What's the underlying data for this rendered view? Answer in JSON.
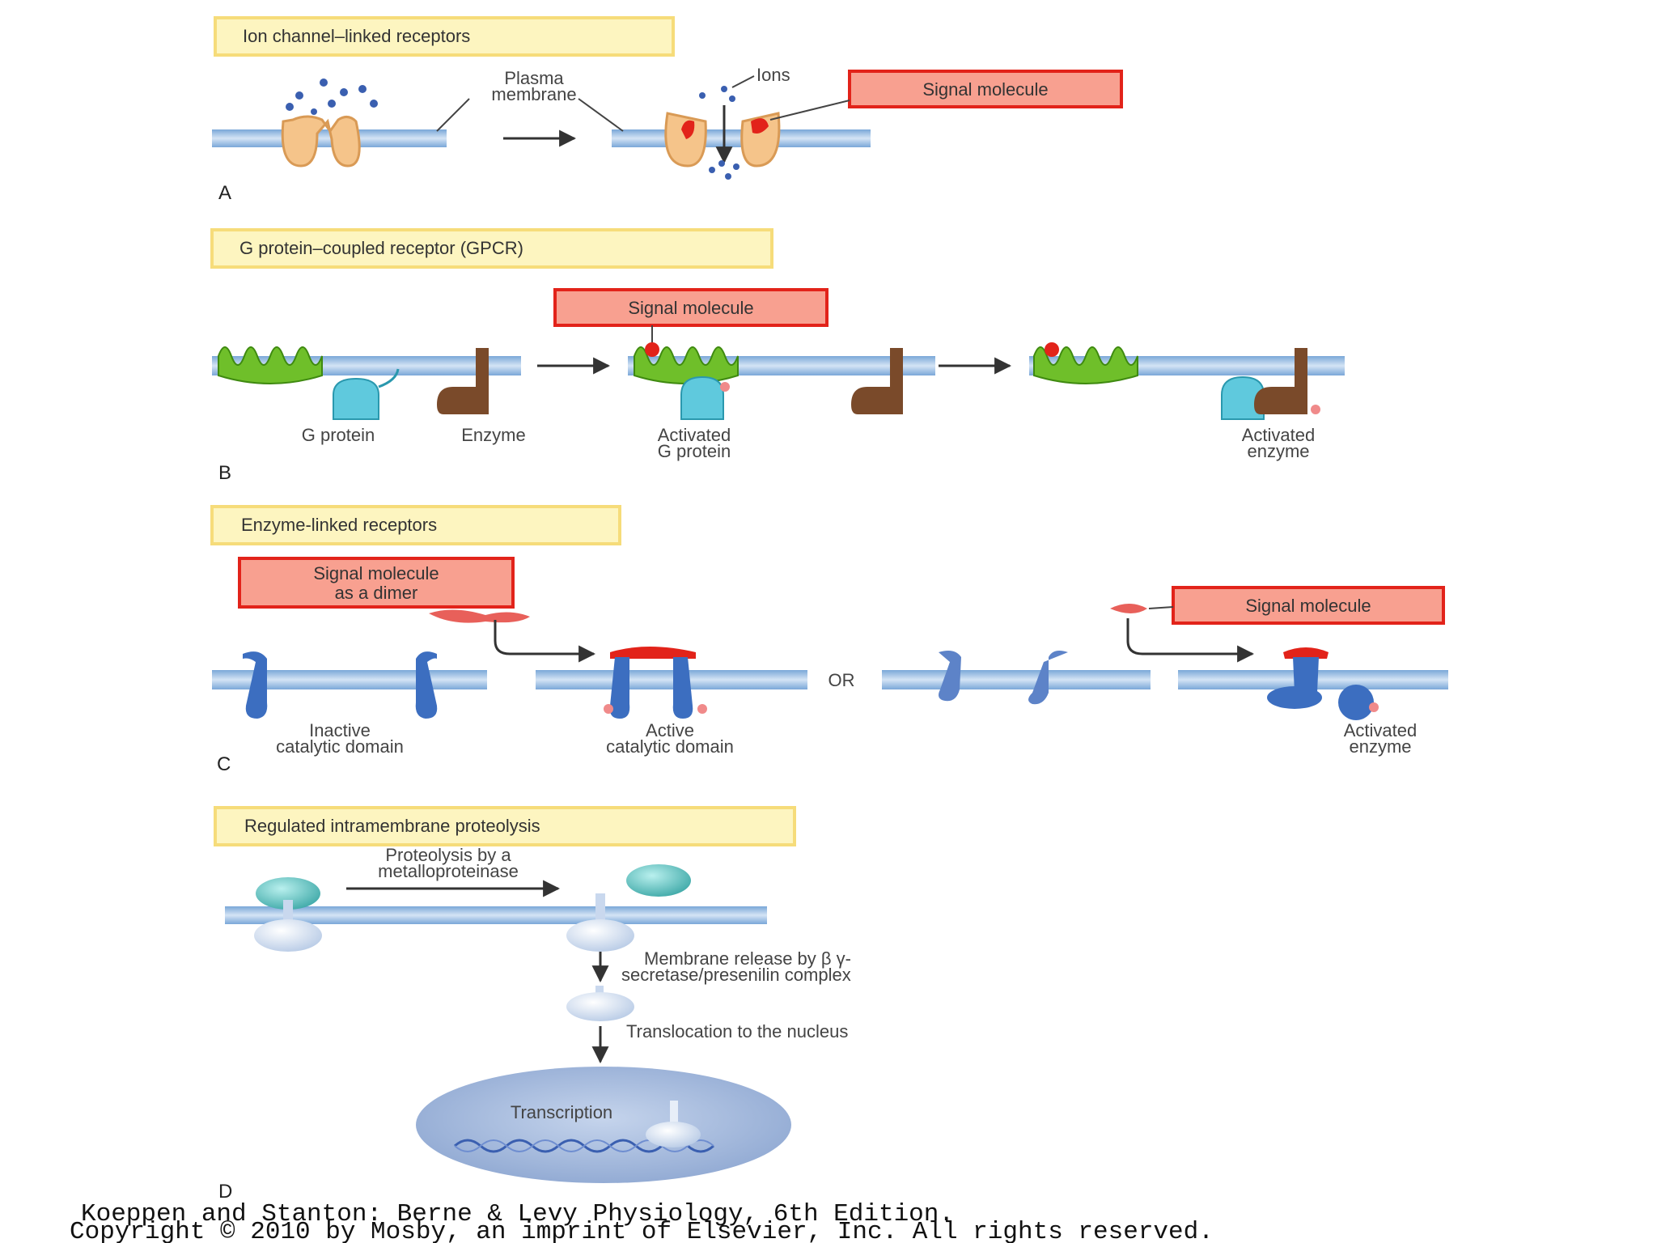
{
  "panel_a": {
    "header": "Ion channel–linked receptors",
    "membrane_label_line1": "Plasma",
    "membrane_label_line2": "membrane",
    "ions_label": "Ions",
    "signal_label": "Signal molecule",
    "letter": "A"
  },
  "panel_b": {
    "header": "G protein–coupled receptor (GPCR)",
    "signal_label": "Signal molecule",
    "g_protein_label": "G protein",
    "enzyme_label": "Enzyme",
    "activated_g_line1": "Activated",
    "activated_g_line2": "G protein",
    "activated_enzyme_line1": "Activated",
    "activated_enzyme_line2": "enzyme",
    "letter": "B"
  },
  "panel_c": {
    "header": "Enzyme-linked receptors",
    "signal_dimer_line1": "Signal molecule",
    "signal_dimer_line2": "as a dimer",
    "signal_label": "Signal molecule",
    "or_label": "OR",
    "inactive_line1": "Inactive",
    "inactive_line2": "catalytic domain",
    "active_line1": "Active",
    "active_line2": "catalytic domain",
    "activated_enzyme_line1": "Activated",
    "activated_enzyme_line2": "enzyme",
    "letter": "C"
  },
  "panel_d": {
    "header": "Regulated intramembrane proteolysis",
    "proteolysis_line1": "Proteolysis by a",
    "proteolysis_line2": "metalloproteinase",
    "release_line1": "Membrane release by β γ-",
    "release_line2": "secretase/presenilin complex",
    "translocation_label": "Translocation to the nucleus",
    "transcription_label": "Transcription",
    "letter": "D"
  },
  "credit": {
    "line1": "Koeppen and Stanton: Berne & Levy Physiology, 6th Edition.",
    "line2": "Copyright © 2010 by Mosby, an imprint of Elsevier, Inc. All rights reserved."
  },
  "colors": {
    "header_fill": "#fdf5c0",
    "header_stroke": "#f6dc7a",
    "signal_fill": "#f8a090",
    "signal_stroke": "#e2231a",
    "membrane": "#8ab4e0",
    "membrane_core": "#c9ddf2",
    "gpcr": "#6fbf2a",
    "enzyme": "#7a4a2a",
    "gprotein": "#5fc9dd",
    "receptor_blue": "#3c6ec0",
    "ion_dot": "#3a5fb0",
    "nucleus": "#9db6dc"
  }
}
